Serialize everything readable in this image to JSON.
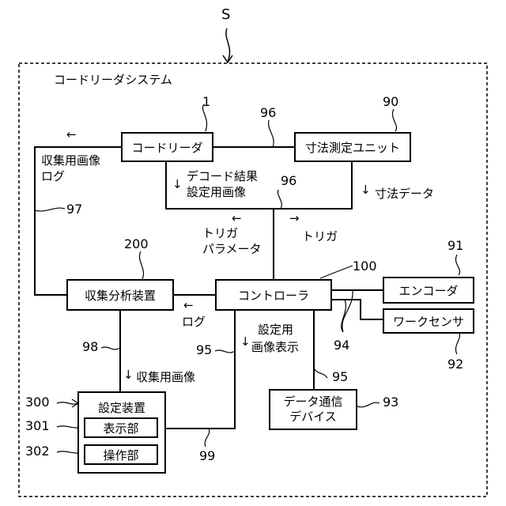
{
  "system": {
    "symbol": "S",
    "title": "コードリーダシステム"
  },
  "boxes": {
    "code_reader": "コードリーダ",
    "dimension_unit": "寸法測定ユニット",
    "controller": "コントローラ",
    "encoder": "エンコーダ",
    "work_sensor": "ワークセンサ",
    "collect_analysis": "収集分析装置",
    "setting_device": "設定装置",
    "display": "表示部",
    "operation": "操作部",
    "data_comm_line1": "データ通信",
    "data_comm_line2": "デバイス"
  },
  "refs": {
    "r1": "1",
    "r96a": "96",
    "r96b": "96",
    "r90": "90",
    "r97": "97",
    "r200": "200",
    "r100": "100",
    "r91": "91",
    "r94": "94",
    "r92": "92",
    "r98": "98",
    "r95a": "95",
    "r95b": "95",
    "r300": "300",
    "r301": "301",
    "r302": "302",
    "r93": "93",
    "r99": "99"
  },
  "labels": {
    "collect_image_log_1": "収集用画像",
    "collect_image_log_2": "ログ",
    "decode_result": "デコード結果",
    "setting_image": "設定用画像",
    "dimension_data": "寸法データ",
    "trigger_param_1": "トリガ",
    "trigger_param_2": "パラメータ",
    "trigger": "トリガ",
    "log": "ログ",
    "setting_display_1": "設定用",
    "setting_display_2": "画像表示",
    "collect_image": "収集用画像"
  },
  "icons": {
    "left_arrow": "←",
    "right_arrow": "→",
    "down_arrow": "↓"
  }
}
